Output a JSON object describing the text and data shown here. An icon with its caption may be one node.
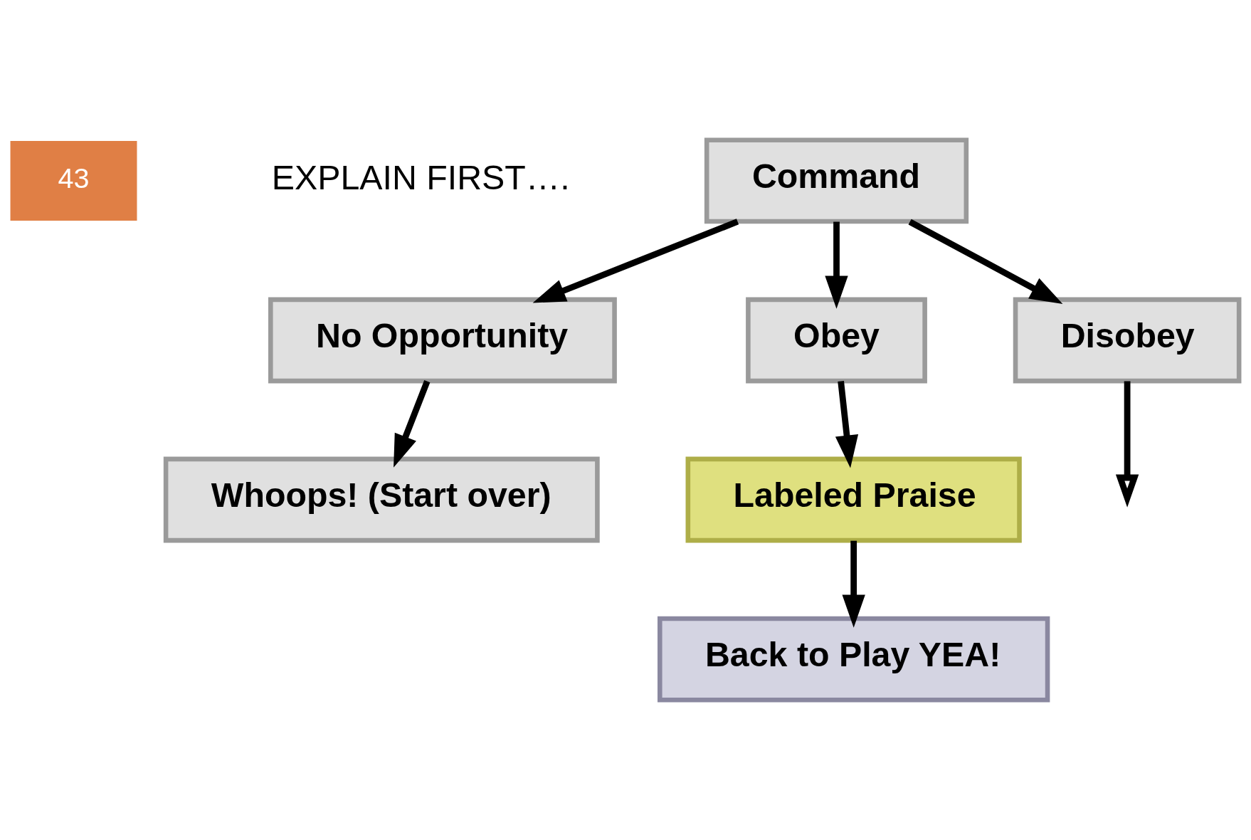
{
  "diagram": {
    "nodes": [
      {
        "text": [
          "Command"
        ]
      },
      {
        "text": [
          "No Opportunity"
        ]
      },
      {
        "text": [
          "Obey"
        ]
      },
      {
        "text": [
          "Disobey"
        ]
      },
      {
        "text": [
          "Whoops! (Start over)"
        ]
      },
      {
        "text": [
          "Labeled Praise"
        ]
      },
      {
        "text": [
          "Back to Play YEA!"
        ]
      }
    ],
    "edges": [
      {
        "from": 0,
        "to": 1,
        "arrow": "to"
      },
      {
        "from": 0,
        "to": 2,
        "arrow": "to"
      },
      {
        "from": 0,
        "to": 3,
        "arrow": "to"
      },
      {
        "from": 1,
        "to": 4,
        "arrow": "to"
      },
      {
        "from": 2,
        "to": 5,
        "arrow": "to"
      },
      {
        "from": 5,
        "to": 6,
        "arrow": "to"
      },
      {
        "from": 3,
        "to": null,
        "arrow": "to"
      }
    ],
    "labels": [
      "43",
      "EXPLAIN FIRST…."
    ]
  }
}
